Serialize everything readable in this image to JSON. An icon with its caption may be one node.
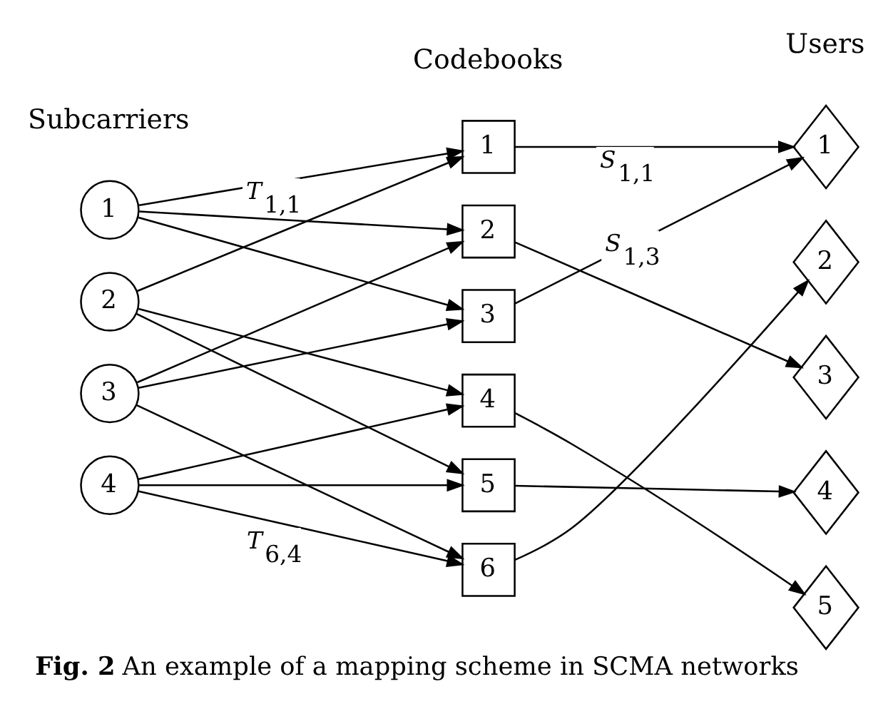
{
  "diagram": {
    "caption": "**Fig. 2** An example of a mapping scheme in SCMA networks",
    "nodes": [
      {
        "text": [
          "1"
        ]
      },
      {
        "text": [
          "2"
        ]
      },
      {
        "text": [
          "3"
        ]
      },
      {
        "text": [
          "4"
        ]
      },
      {
        "text": [
          "1"
        ]
      },
      {
        "text": [
          "2"
        ]
      },
      {
        "text": [
          "3"
        ]
      },
      {
        "text": [
          "4"
        ]
      },
      {
        "text": [
          "5"
        ]
      },
      {
        "text": [
          "6"
        ]
      },
      {
        "text": [
          "1"
        ]
      },
      {
        "text": [
          "2"
        ]
      },
      {
        "text": [
          "3"
        ]
      },
      {
        "text": [
          "4"
        ]
      },
      {
        "text": [
          "5"
        ]
      }
    ],
    "edges": [
      {
        "from": 0,
        "to": 4,
        "arrow": "to",
        "label": "*T*$_{1,1}$"
      },
      {
        "from": 0,
        "to": 5,
        "arrow": "to"
      },
      {
        "from": 0,
        "to": 6,
        "arrow": "to"
      },
      {
        "from": 1,
        "to": 4,
        "arrow": "to"
      },
      {
        "from": 1,
        "to": 7,
        "arrow": "to"
      },
      {
        "from": 1,
        "to": 8,
        "arrow": "to"
      },
      {
        "from": 2,
        "to": 5,
        "arrow": "to"
      },
      {
        "from": 2,
        "to": 6,
        "arrow": "to"
      },
      {
        "from": 2,
        "to": 9,
        "arrow": "to"
      },
      {
        "from": 3,
        "to": 7,
        "arrow": "to"
      },
      {
        "from": 3,
        "to": 8,
        "arrow": "to"
      },
      {
        "from": 3,
        "to": 9,
        "arrow": "to",
        "label": "*T*$_{6,4}$"
      },
      {
        "from": 4,
        "to": 10,
        "arrow": "to",
        "label": "*S*$_{1,1}$"
      },
      {
        "from": 6,
        "to": 10,
        "arrow": "to",
        "label": "*S*$_{1,3}$"
      },
      {
        "from": 5,
        "to": 12,
        "arrow": "to"
      },
      {
        "from": 9,
        "to": 11,
        "arrow": "to"
      },
      {
        "from": 7,
        "to": 14,
        "arrow": "to"
      },
      {
        "from": 8,
        "to": 13,
        "arrow": "to"
      }
    ],
    "labels": [
      "Subcarriers",
      "Codebooks",
      "Users"
    ]
  }
}
